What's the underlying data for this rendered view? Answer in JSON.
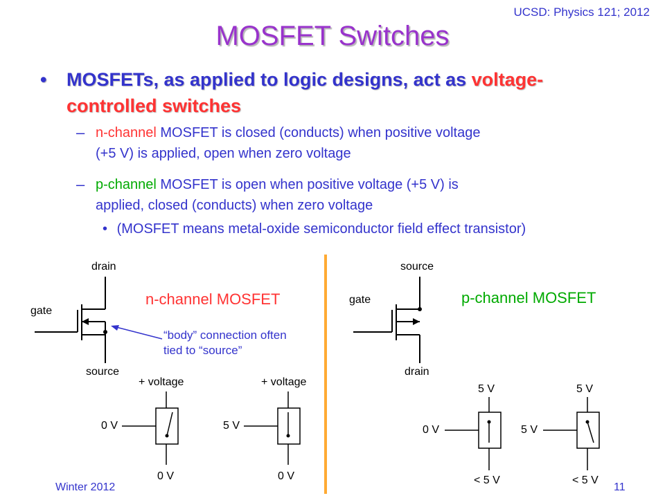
{
  "header": {
    "course": "UCSD: Physics 121; 2012"
  },
  "title": "MOSFET Switches",
  "bullet": {
    "marker": "•",
    "line1_prefix": "MOSFETs, as applied to logic designs, act as ",
    "line1_highlight": "voltage-",
    "line2_highlight": "controlled switches"
  },
  "subbullets": [
    {
      "dash": "–",
      "colored": "n-channel",
      "line1_rest": " MOSFET is closed (conducts) when positive voltage",
      "line2": "(+5 V) is applied, open when zero voltage"
    },
    {
      "dash": "–",
      "colored": "p-channel",
      "line1_rest": " MOSFET is open when positive voltage (+5 V) is",
      "line2": "applied, closed (conducts) when zero voltage"
    }
  ],
  "note": {
    "marker": "•",
    "text": "(MOSFET means metal-oxide semiconductor field effect transistor)"
  },
  "nmos": {
    "drain": "drain",
    "gate": "gate",
    "source": "source",
    "channel": "n-channel MOSFET",
    "body_note_1": "“body” connection often",
    "body_note_2": "tied to “source”",
    "switch_left": {
      "top": "+ voltage",
      "input": "0 V",
      "bottom": "0 V"
    },
    "switch_right": {
      "top": "+ voltage",
      "input": "5 V",
      "bottom": "0 V"
    }
  },
  "pmos": {
    "source": "source",
    "gate": "gate",
    "drain": "drain",
    "channel": "p-channel MOSFET",
    "switch_left": {
      "top": "5 V",
      "input": "0 V",
      "bottom": "< 5 V"
    },
    "switch_right": {
      "top": "5 V",
      "input": "5 V",
      "bottom": "< 5 V"
    }
  },
  "footer": {
    "term": "Winter 2012",
    "page": "11"
  },
  "colors": {
    "title": "#9933cc",
    "body": "#3333cc",
    "highlight": "#ff3333",
    "pchannel": "#00aa00",
    "divider": "#ffaa33"
  }
}
